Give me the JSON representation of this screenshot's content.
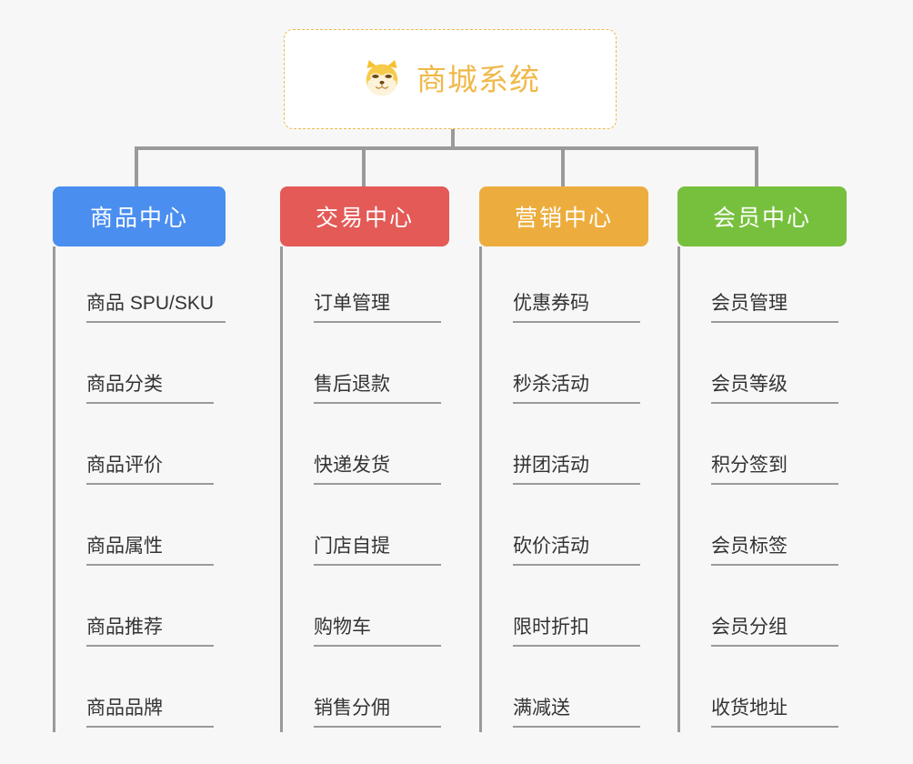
{
  "diagram": {
    "type": "org-chart",
    "background_color": "#f7f7f7",
    "connector_color": "#9a9a9a",
    "root": {
      "title": "商城系统",
      "icon": "shiba-dog-icon",
      "accent_color": "#f0b94a",
      "border_style": "dashed",
      "background_color": "#ffffff"
    },
    "categories": [
      {
        "label": "商品中心",
        "color": "#4a8ef0",
        "items": [
          "商品 SPU/SKU",
          "商品分类",
          "商品评价",
          "商品属性",
          "商品推荐",
          "商品品牌"
        ]
      },
      {
        "label": "交易中心",
        "color": "#e35a57",
        "items": [
          "订单管理",
          "售后退款",
          "快递发货",
          "门店自提",
          "购物车",
          "销售分佣"
        ]
      },
      {
        "label": "营销中心",
        "color": "#edad3e",
        "items": [
          "优惠券码",
          "秒杀活动",
          "拼团活动",
          "砍价活动",
          "限时折扣",
          "满减送"
        ]
      },
      {
        "label": "会员中心",
        "color": "#77c03e",
        "items": [
          "会员管理",
          "会员等级",
          "积分签到",
          "会员标签",
          "会员分组",
          "收货地址"
        ]
      }
    ]
  }
}
